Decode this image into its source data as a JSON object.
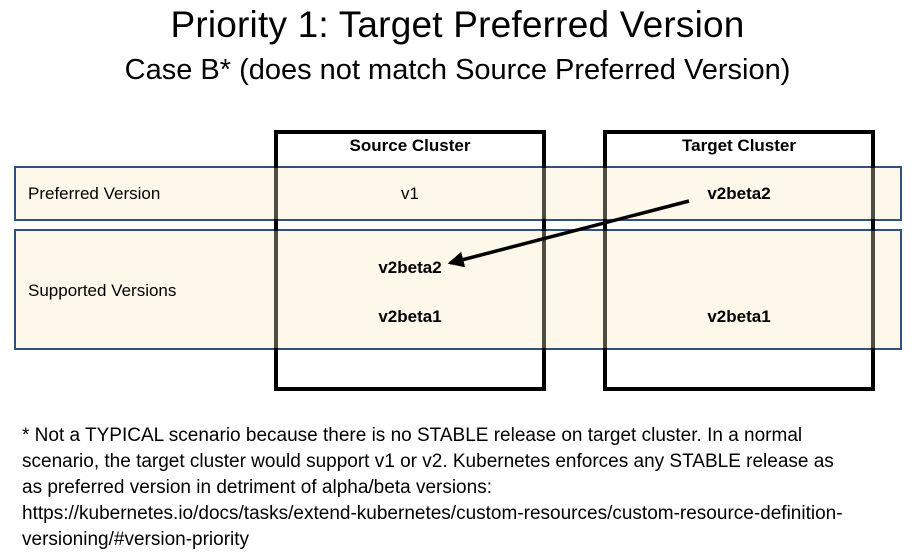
{
  "slide": {
    "title": "Priority 1: Target Preferred Version",
    "subtitle": "Case B* (does not match Source Preferred Version)"
  },
  "table": {
    "columns": [
      {
        "label": "Source Cluster"
      },
      {
        "label": "Target Cluster"
      }
    ],
    "preferred": {
      "label": "Preferred Version",
      "source_value": "v1",
      "target_value": "v2beta2"
    },
    "supported": {
      "label": "Supported Versions",
      "source_values": [
        "v2beta2",
        "v2beta1"
      ],
      "target_value": "v2beta1"
    },
    "arrow": {
      "from": "Target Cluster preferred version (v2beta2)",
      "to": "Source Cluster supported version (v2beta2)"
    }
  },
  "footnote": {
    "lines": [
      "* Not a TYPICAL scenario because there is no STABLE release on target cluster. In a normal",
      "scenario, the target cluster would support v1 or v2. Kubernetes enforces any STABLE release as",
      "as preferred version in detriment of alpha/beta versions:",
      "https://kubernetes.io/docs/tasks/extend-kubernetes/custom-resources/custom-resource-definition-",
      "versioning/#version-priority"
    ]
  },
  "colors": {
    "row_fill": "#FDF8EA",
    "row_border": "#2F5083",
    "box_border": "#000000",
    "arrow": "#000000",
    "text": "#000000"
  }
}
